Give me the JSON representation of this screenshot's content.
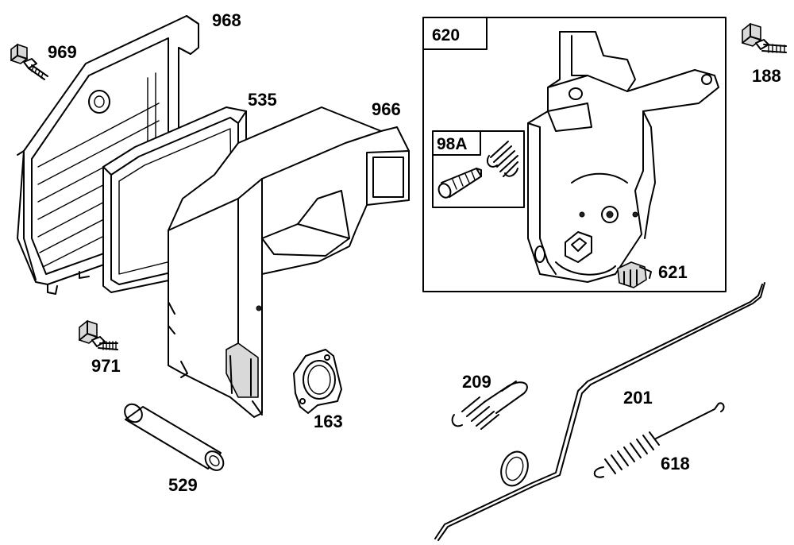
{
  "labels": {
    "p968": "968",
    "p969": "969",
    "p535": "535",
    "p966": "966",
    "p971": "971",
    "p529": "529",
    "p163": "163",
    "p620": "620",
    "p98a": "98A",
    "p621": "621",
    "p188": "188",
    "p209": "209",
    "p201": "201",
    "p618": "618"
  }
}
